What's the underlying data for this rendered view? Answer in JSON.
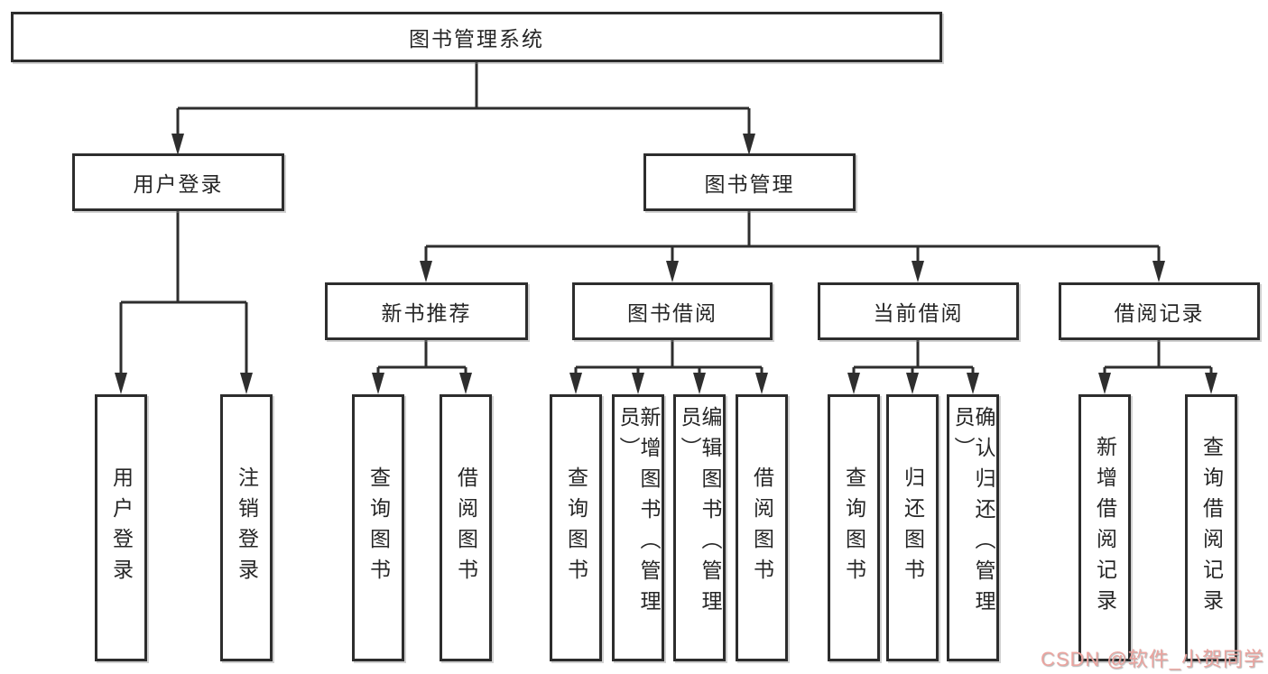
{
  "diagram": {
    "root": {
      "label": "图书管理系统"
    },
    "level1": {
      "user_login": {
        "label": "用户登录"
      },
      "book_management": {
        "label": "图书管理"
      }
    },
    "level2": {
      "new_book_recommend": {
        "label": "新书推荐"
      },
      "book_borrow": {
        "label": "图书借阅"
      },
      "current_borrow": {
        "label": "当前借阅"
      },
      "borrow_records": {
        "label": "借阅记录"
      }
    },
    "leaves": {
      "user_login": [
        "用户登录",
        "注销登录"
      ],
      "new_book_recommend": [
        "查询图书",
        "借阅图书"
      ],
      "book_borrow": [
        "查询图书",
        "新增图书（管理员）",
        "编辑图书（管理员）",
        "借阅图书"
      ],
      "current_borrow": [
        "查询图书",
        "归还图书",
        "确认归还（管理员）"
      ],
      "borrow_records": [
        "新增借阅记录",
        "查询借阅记录"
      ]
    },
    "line_color": "#2e2e2e"
  },
  "watermark": {
    "text": "CSDN @软件_小贺同学",
    "color": "#eba49f"
  }
}
